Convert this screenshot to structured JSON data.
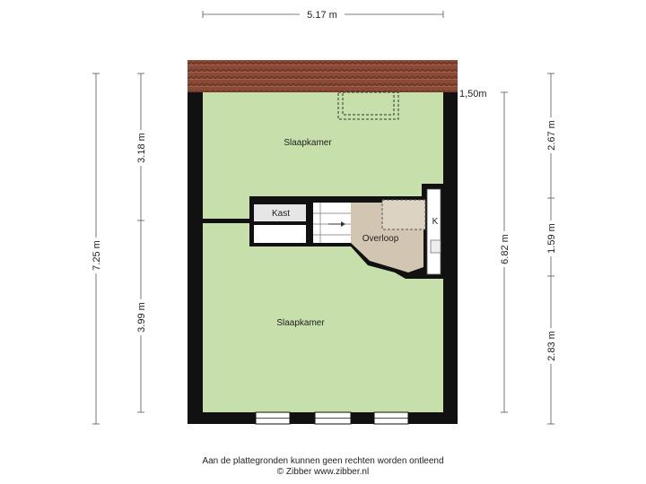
{
  "rooms": {
    "bedroom_top": "Slaapkamer",
    "bedroom_bottom": "Slaapkamer",
    "closet": "Kast",
    "landing": "Overloop",
    "cabinet": "K"
  },
  "dimensions": {
    "width_top": "5.17 m",
    "height_total_left": "7.25 m",
    "left_upper": "3.18 m",
    "left_lower": "3.99 m",
    "roof_height": "1,50m",
    "right_inner": "6.82 m",
    "right_upper": "2.67 m",
    "right_middle": "1.59 m",
    "right_lower": "2.83 m"
  },
  "footer": {
    "disclaimer": "Aan de plattegronden kunnen geen rechten worden ontleend",
    "copyright": "© Zibber www.zibber.nl"
  },
  "colors": {
    "room_fill": "#c6dfab",
    "landing_fill": "#d2c6b3",
    "wall": "#111111",
    "roof": "#8a4a36",
    "window": "#ffffff"
  }
}
